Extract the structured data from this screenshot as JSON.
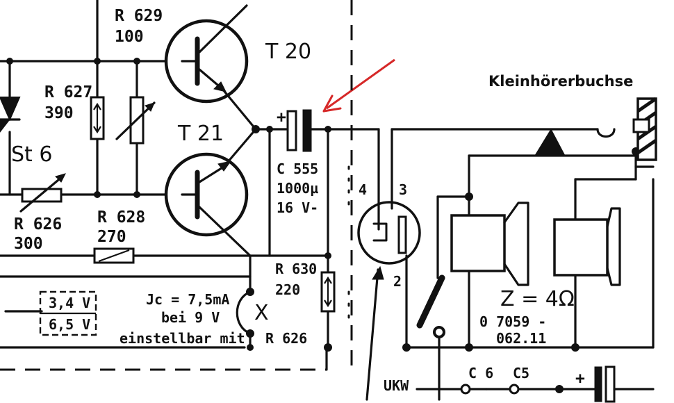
{
  "labels": {
    "r629": "R 629",
    "r629_val": "100",
    "t20": "T 20",
    "r627": "R 627",
    "r627_val": "390",
    "st6": "St 6",
    "t21": "T 21",
    "r626a": "R 626",
    "r626a_val": "300",
    "r628": "R 628",
    "r628_val": "270",
    "c555": "C 555",
    "c555_val": "1000µ",
    "c555_volt": "16 V-",
    "plus": "+",
    "pin4": "4",
    "pin3": "3",
    "pin2": "2",
    "r630": "R 630",
    "r630_val": "220",
    "v34": "3,4 V",
    "v65": "6,5 V",
    "ic": "Jc = 7,5mA",
    "ic2": "bei 9 V",
    "ic3": "einstellbar mit",
    "x": "X",
    "r626b": "R 626",
    "kleinhoerer": "Kleinhörerbuchse",
    "z4": "Z = 4Ω",
    "part_no": "0 7059 -",
    "part_no2": "062.11",
    "ukw": "UKW",
    "c6": "C 6",
    "c5": "C5",
    "plus2": "+"
  },
  "colors": {
    "ink": "#111111",
    "annotation_arrow": "#d62828"
  }
}
